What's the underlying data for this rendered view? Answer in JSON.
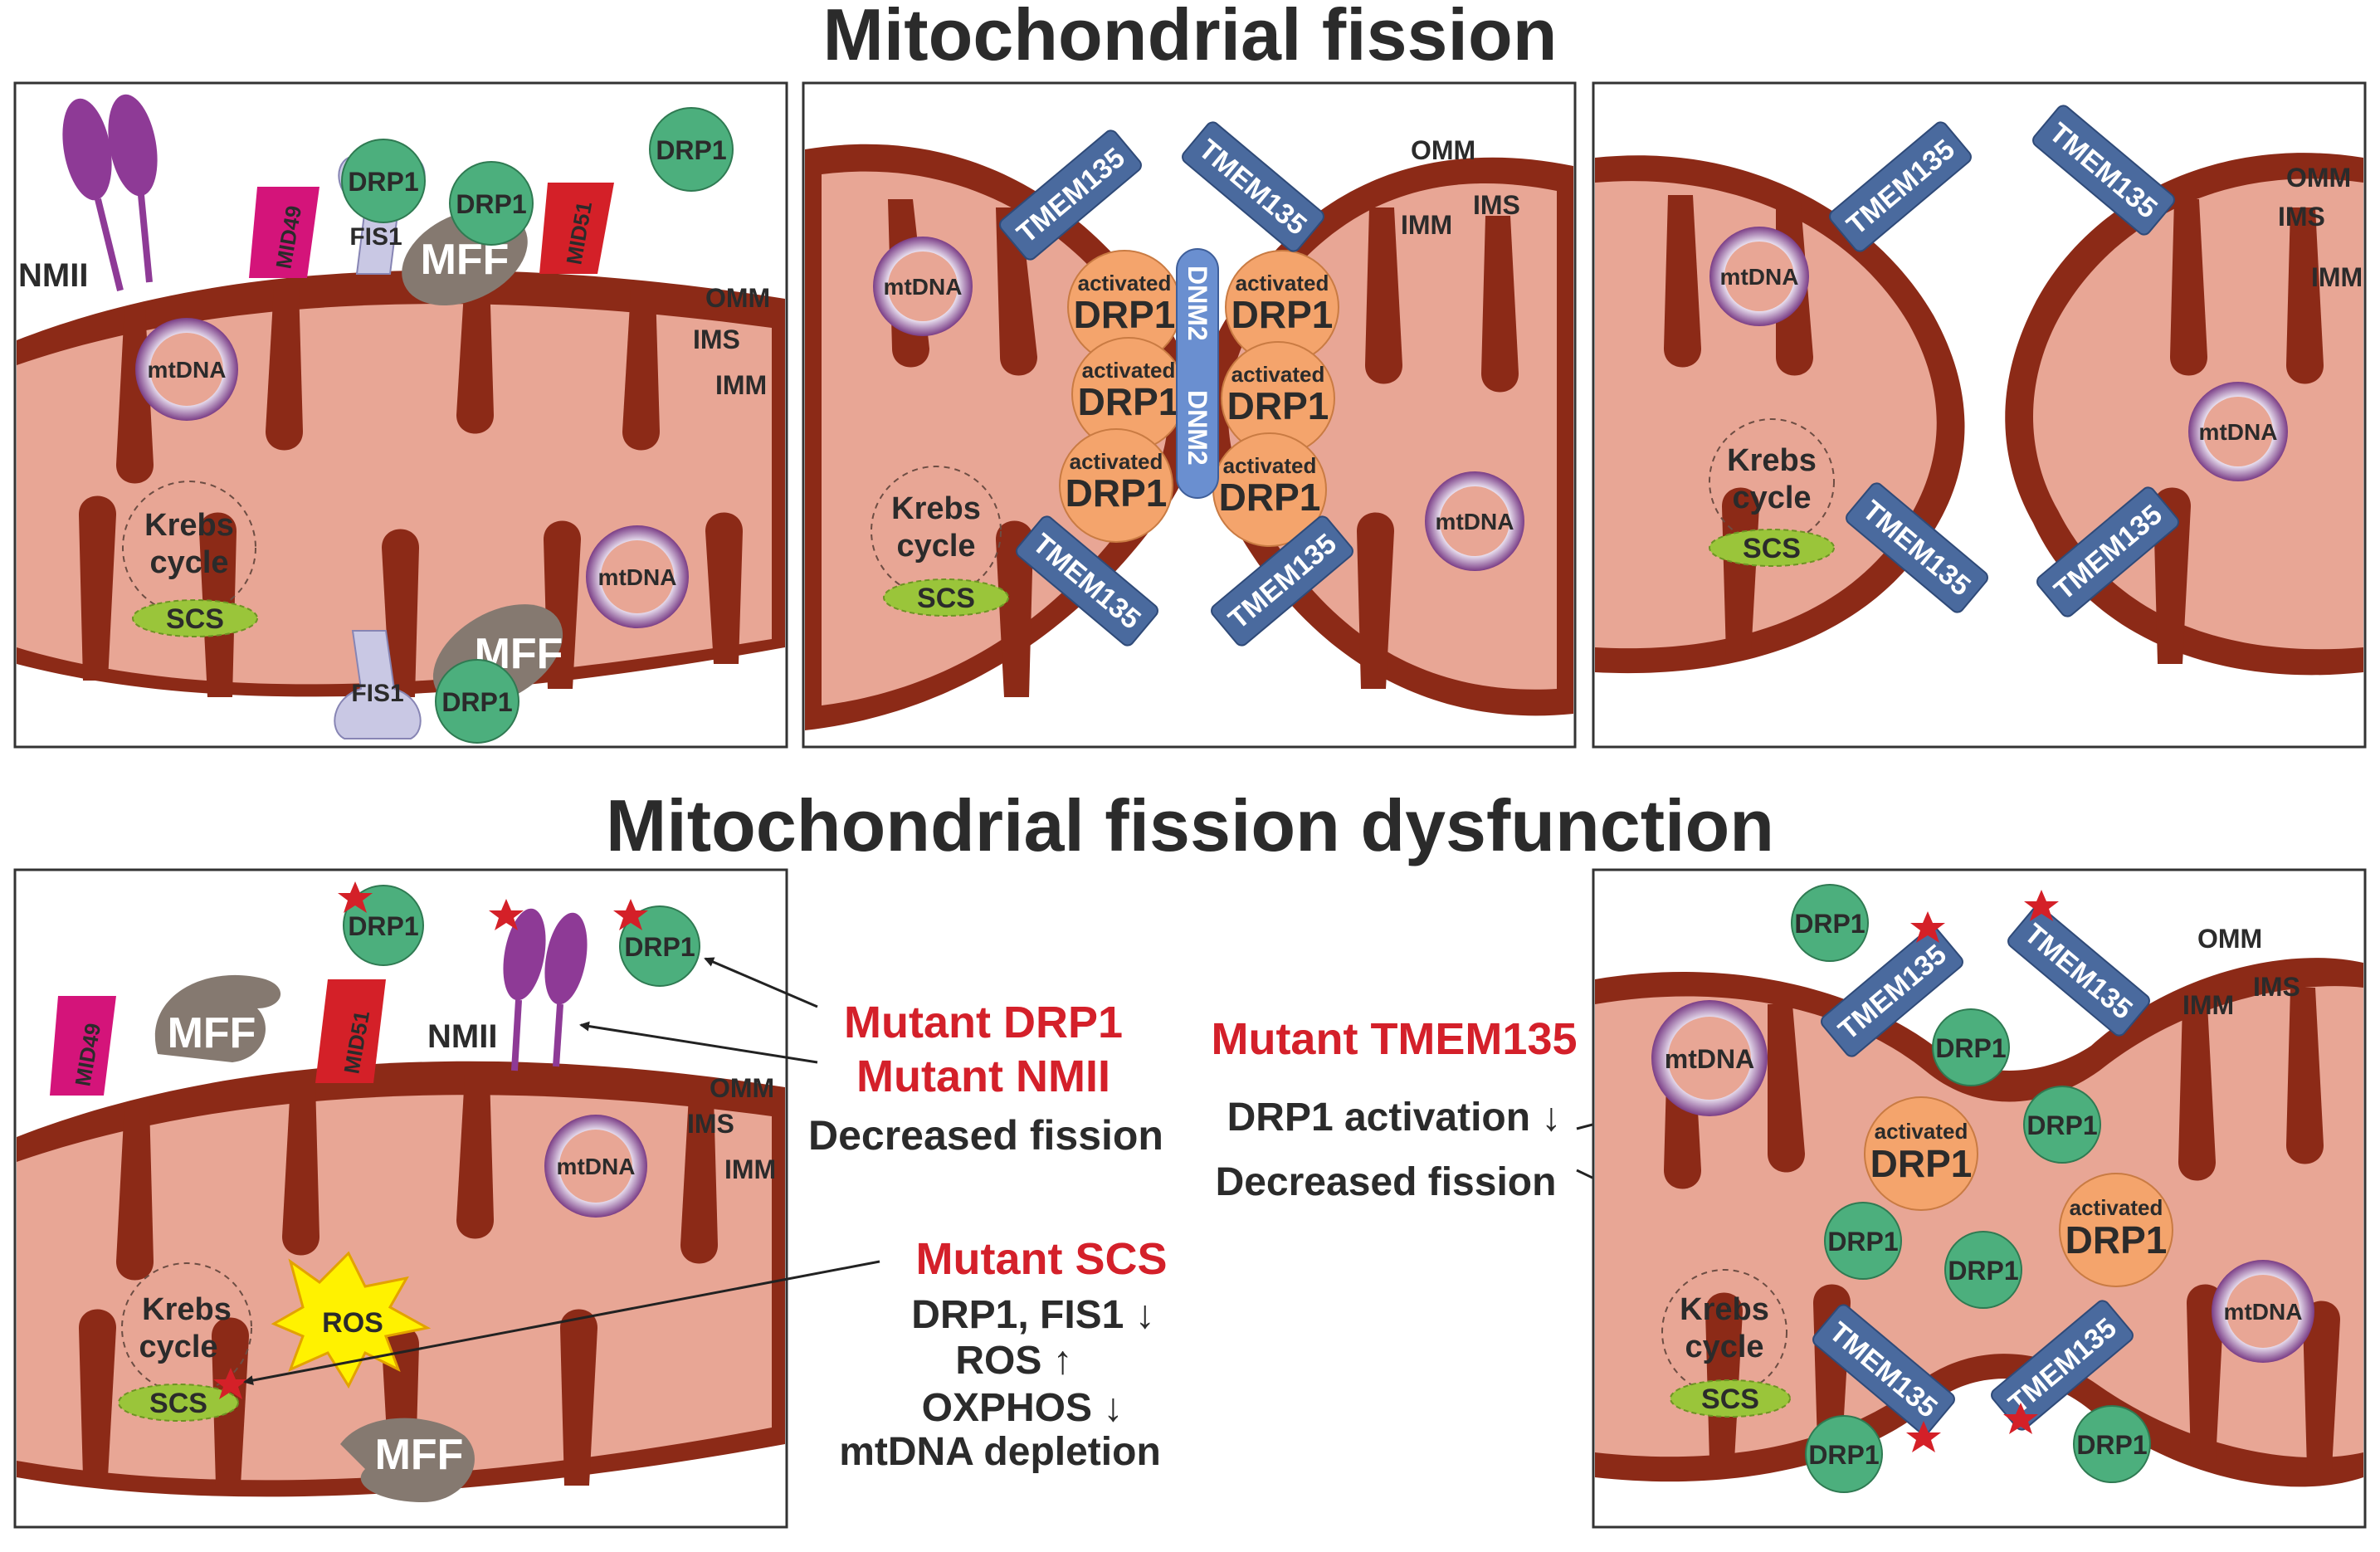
{
  "titles": {
    "top": "Mitochondrial fission",
    "bottom": "Mitochondrial fission dysfunction"
  },
  "labels": {
    "omm": "OMM",
    "ims": "IMS",
    "imm": "IMM",
    "mtdna": "mtDNA",
    "krebs_line1": "Krebs",
    "krebs_line2": "cycle",
    "scs": "SCS",
    "drp1": "DRP1",
    "activated": "activated",
    "tmem135": "TMEM135",
    "dnm2": "DNM2",
    "mff": "MFF",
    "fis1": "FIS1",
    "mid49": "MID49",
    "mid51": "MID51",
    "nmii": "NMII",
    "ros": "ROS"
  },
  "annotations": {
    "mutant_drp1": "Mutant DRP1",
    "mutant_nmii": "Mutant NMII",
    "decreased_fission_left": "Decreased fission",
    "mutant_scs": "Mutant SCS",
    "scs_effects": [
      "DRP1, FIS1 ↓",
      "ROS ↑",
      "OXPHOS ↓",
      "mtDNA depletion"
    ],
    "mutant_tmem135": "Mutant TMEM135",
    "drp1_activation": "DRP1 activation ↓",
    "decreased_fission_right": "Decreased fission"
  },
  "colors": {
    "outer_membrane": "#8c2a17",
    "matrix": "#e8a695",
    "drp1": "#4caf7d",
    "activated_drp1": "#f4a46c",
    "tmem135": "#4a6a9e",
    "mff": "#857970",
    "fis1": "#c9c8e4",
    "mid49": "#d4147a",
    "mid51": "#d42028",
    "nmii": "#8e3a96",
    "mutation_star": "#d42028",
    "mutant_text": "#d4202a"
  }
}
